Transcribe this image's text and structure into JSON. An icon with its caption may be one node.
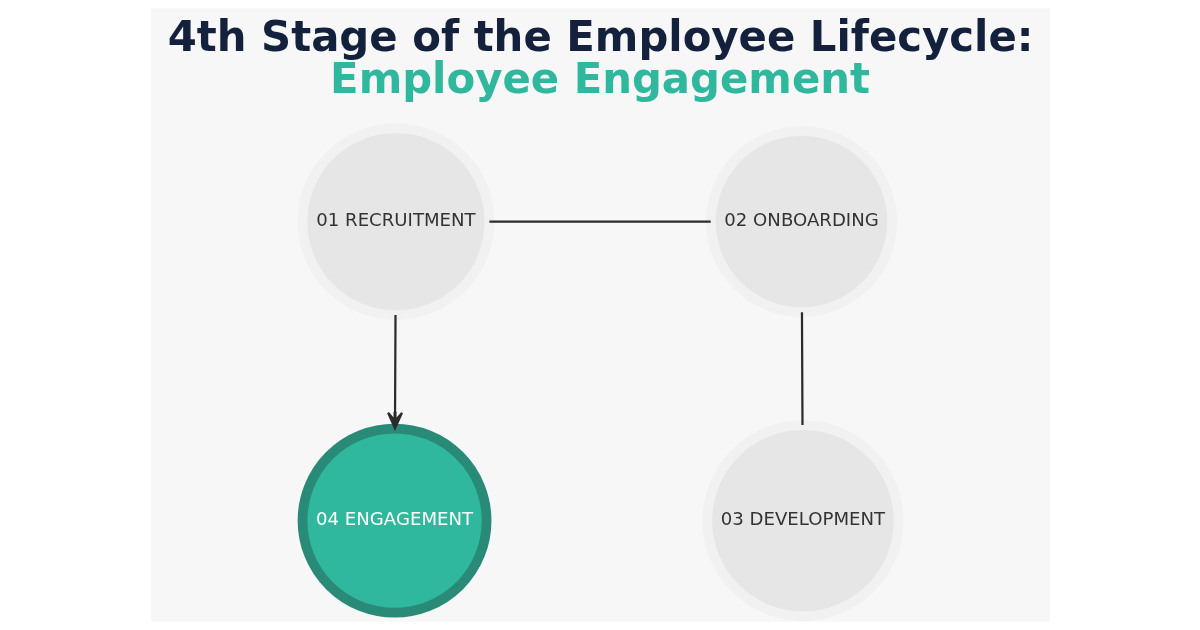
{
  "diagram": {
    "title": "4th Stage of the Employee Lifecycle: Employee Engagement",
    "nodes": [
      {
        "text": [
          "01 RECRUITMENT"
        ]
      },
      {
        "text": [
          "02 ONBOARDING"
        ]
      },
      {
        "text": [
          "03 DEVELOPMENT"
        ]
      },
      {
        "text": [
          "04 ENGAGEMENT"
        ]
      }
    ],
    "edges": [
      {
        "from": 0,
        "to": 1,
        "arrow": "none"
      },
      {
        "from": 1,
        "to": 2,
        "arrow": "none"
      },
      {
        "from": 0,
        "to": 3,
        "arrow": "to"
      }
    ]
  }
}
